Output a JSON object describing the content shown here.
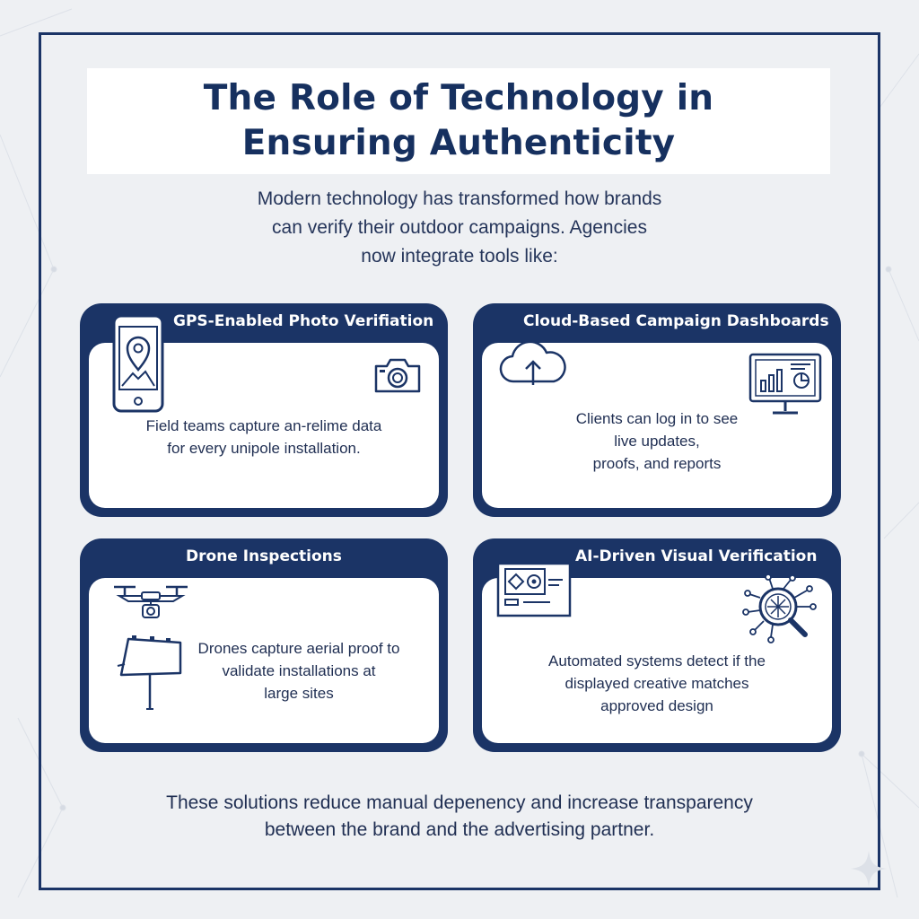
{
  "title": {
    "line1": "The Role of Technology in",
    "line2": "Ensuring Authenticity"
  },
  "intro": {
    "line1": "Modern technology has transformed how brands",
    "line2": "can verify their outdoor campaigns. Agencies",
    "line3": "now integrate tools like:"
  },
  "cards": [
    {
      "title": "GPS-Enabled Photo Verifiation",
      "lines": [
        "Field teams capture an-relime data",
        "for every unipole installation."
      ],
      "icons": [
        "smartphone-map-pin-icon",
        "camera-icon"
      ]
    },
    {
      "title": "Cloud-Based Campaign Dashboards",
      "lines": [
        "Clients can log in to see",
        "live updates,",
        "proofs, and reports"
      ],
      "icons": [
        "cloud-upload-icon",
        "monitor-dashboard-icon"
      ]
    },
    {
      "title": "Drone Inspections",
      "lines": [
        "Drones capture aerial proof to",
        "validate installations at",
        "large sites"
      ],
      "icons": [
        "drone-camera-icon",
        "billboard-icon"
      ]
    },
    {
      "title": "AI-Driven Visual Verification",
      "lines": [
        "Automated systems detect if the",
        "displayed creative matches",
        "approved design"
      ],
      "icons": [
        "creative-design-screen-icon",
        "ai-circuit-magnifier-icon"
      ]
    }
  ],
  "footer": {
    "line1": "These solutions reduce manual depenency and increase transparency",
    "line2": "between the brand and the advertising partner."
  },
  "colors": {
    "navy": "#1b3466",
    "background": "#eef0f3",
    "card_body": "#ffffff"
  }
}
